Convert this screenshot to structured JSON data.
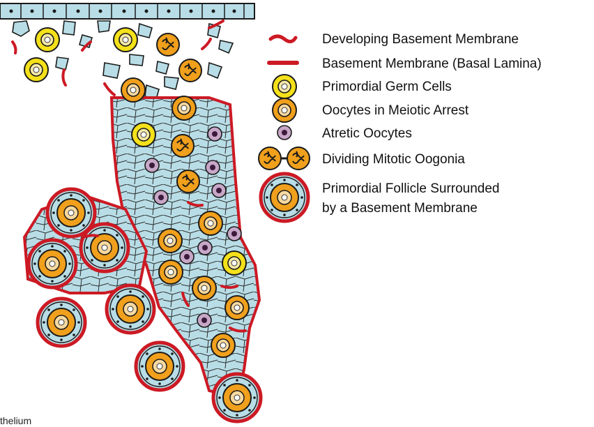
{
  "legend": {
    "items": [
      {
        "id": "developing-bm",
        "label": "Developing Basement Membrane",
        "symbol": "wavy-red-line-icon"
      },
      {
        "id": "basal-lamina",
        "label": "Basement Membrane (Basal Lamina)",
        "symbol": "red-line-icon"
      },
      {
        "id": "pgc",
        "label": "Primordial Germ Cells",
        "symbol": "yellow-cell-icon"
      },
      {
        "id": "oocyte",
        "label": "Oocytes in Meiotic Arrest",
        "symbol": "orange-cell-icon"
      },
      {
        "id": "atretic",
        "label": "Atretic Oocytes",
        "symbol": "purple-dot-icon"
      },
      {
        "id": "oogonia",
        "label": "Dividing Mitotic Oogonia",
        "symbol": "dividing-oogonia-icon"
      },
      {
        "id": "follicle",
        "label": "Primordial Follicle Surrounded",
        "label2": "by a Basement Membrane",
        "symbol": "primordial-follicle-icon"
      }
    ]
  },
  "caption": "thelium",
  "colors": {
    "tissue": "#b8dde6",
    "outline": "#1a1a1a",
    "basement": "#cc1a24",
    "pgc": "#f4e11a",
    "oocyte": "#f0a01c",
    "atretic": "#6e3a6e",
    "atretic_fill": "#c7a7c7"
  }
}
